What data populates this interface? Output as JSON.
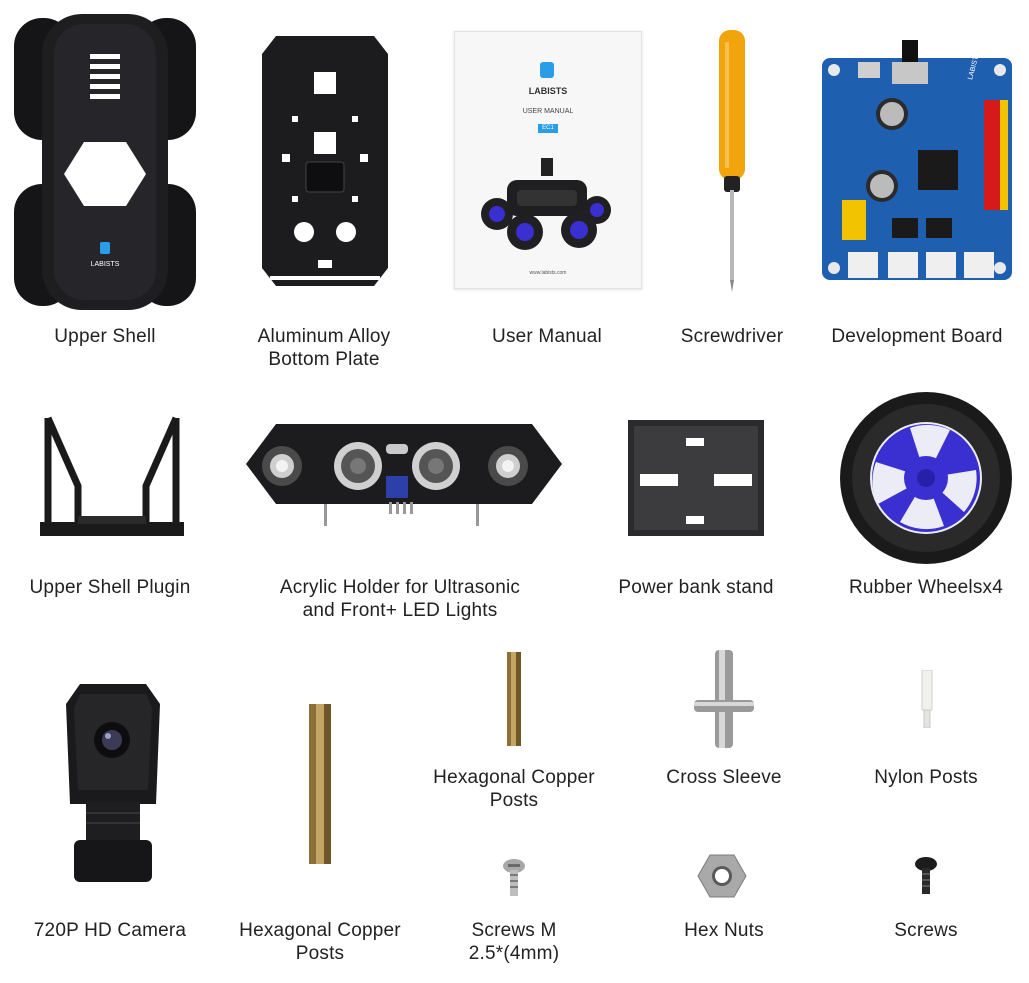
{
  "items": [
    {
      "label": "Upper Shell",
      "icon": "upper-shell-icon"
    },
    {
      "label_line1": "Aluminum Alloy",
      "label_line2": "Bottom Plate",
      "icon": "bottom-plate-icon"
    },
    {
      "label": "User Manual",
      "icon": "user-manual-icon",
      "manual": {
        "brand": "LABISTS",
        "title": "USER MANUAL",
        "model": "EC1",
        "url": "www.labists.com"
      }
    },
    {
      "label": "Screwdriver",
      "icon": "screwdriver-icon"
    },
    {
      "label": "Development Board",
      "icon": "development-board-icon",
      "board_text": "LABISTS"
    },
    {
      "label": "Upper Shell Plugin",
      "icon": "shell-plugin-icon"
    },
    {
      "label_line1": "Acrylic Holder for Ultrasonic",
      "label_line2": "and Front+ LED Lights",
      "icon": "ultrasonic-holder-icon"
    },
    {
      "label": "Power bank stand",
      "icon": "power-bank-stand-icon"
    },
    {
      "label": "Rubber Wheelsx4",
      "icon": "rubber-wheel-icon"
    },
    {
      "label": "720P HD Camera",
      "icon": "camera-icon"
    },
    {
      "label_line1": "Hexagonal Copper",
      "label_line2": "Posts",
      "icon": "long-copper-post-icon"
    },
    {
      "label_line1": "Hexagonal Copper",
      "label_line2": "Posts",
      "icon": "short-copper-post-icon"
    },
    {
      "label": "Cross Sleeve",
      "icon": "cross-sleeve-icon"
    },
    {
      "label": "Nylon Posts",
      "icon": "nylon-post-icon"
    },
    {
      "label_line1": "Screws M",
      "label_line2": "2.5*(4mm)",
      "icon": "screw-m25-icon"
    },
    {
      "label": "Hex Nuts",
      "icon": "hex-nut-icon"
    },
    {
      "label": "Screws",
      "icon": "screw-icon"
    }
  ],
  "colors": {
    "text": "#222222",
    "black_part": "#1b1b1d",
    "copper": "#a8894f",
    "wheel_hub": "#3a2fd0",
    "board": "#1f5fb0",
    "handle": "#f2a40c"
  }
}
